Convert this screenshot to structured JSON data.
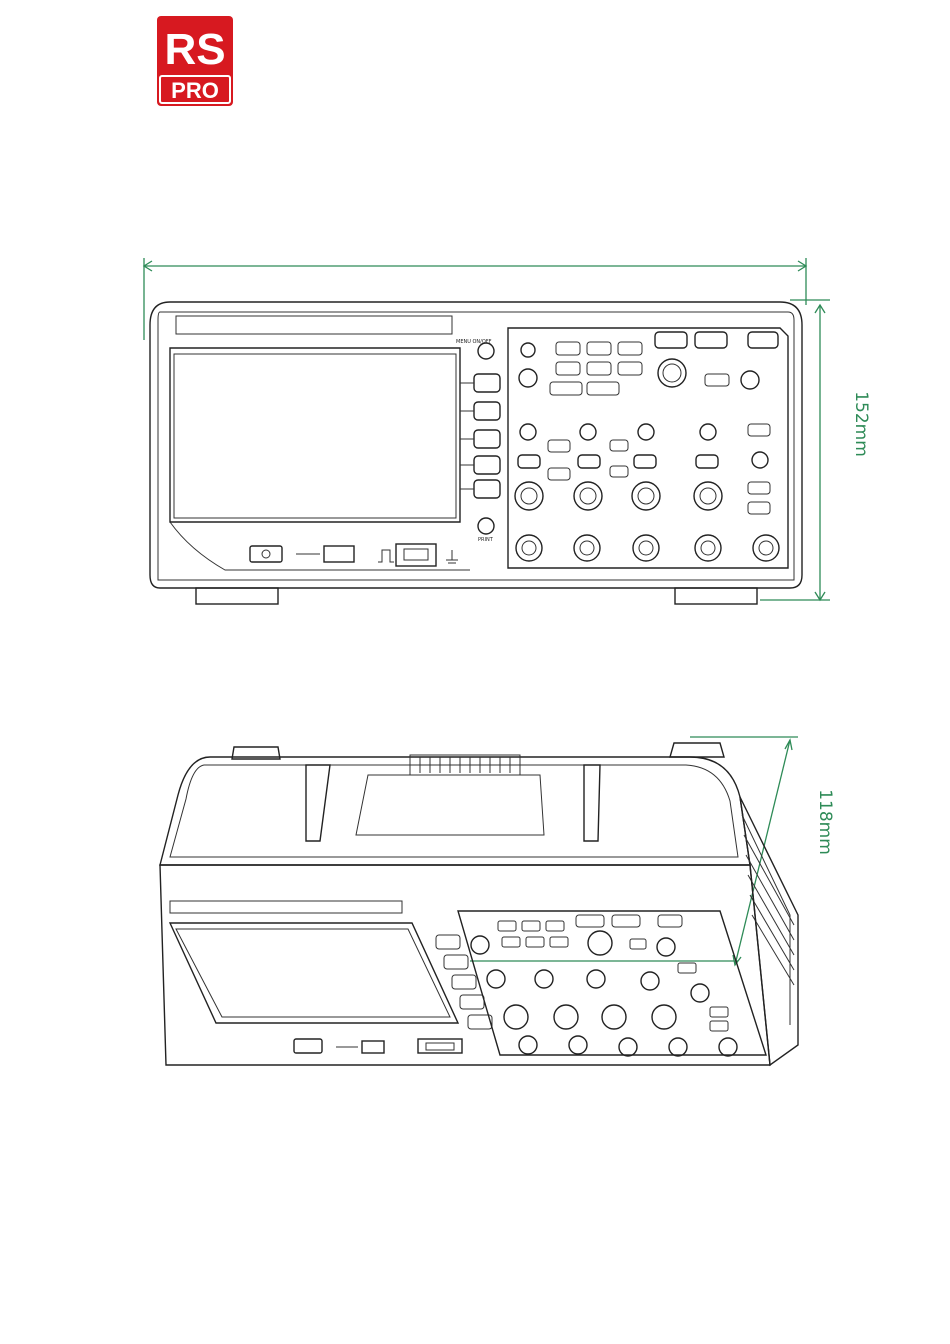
{
  "brand": {
    "logo_top": "RS",
    "logo_bottom": "PRO",
    "color": "#d71920"
  },
  "dimension_color": "#2e8b57",
  "front_view": {
    "height_label": "152mm",
    "menu_label": "MENU ON/OFF",
    "print_label": "PRINT"
  },
  "iso_view": {
    "depth_label": "118mm"
  }
}
